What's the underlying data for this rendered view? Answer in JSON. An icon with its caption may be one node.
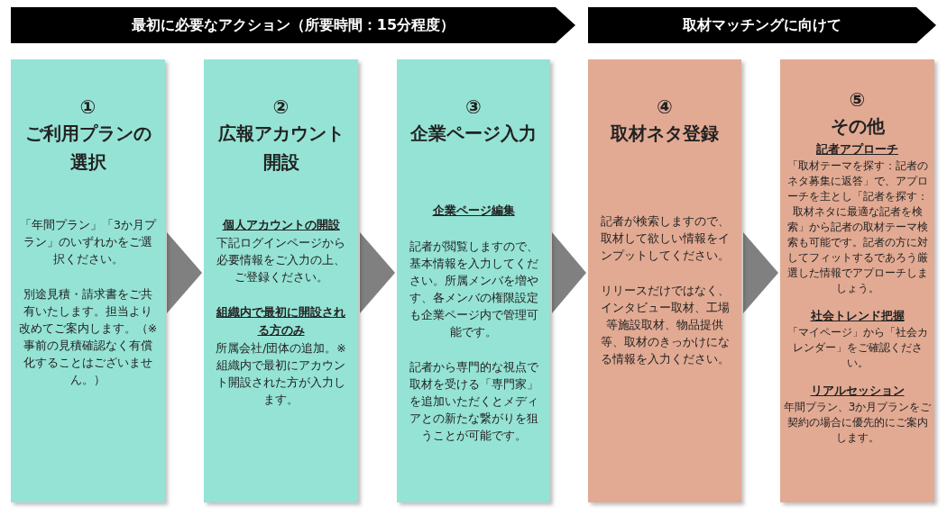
{
  "diagram": {
    "nodes": [
      {
        "text": [
          "最初に必要なアクション（所要時間：15分程度）"
        ]
      },
      {
        "text": [
          "取材マッチングに向けて"
        ]
      },
      {
        "text": [
          "①",
          "ご利用プランの選択",
          "「年間プラン」「3か月プラン」のいずれかをご選択ください。",
          "別途見積・請求書をご共有いたします。担当より改めてご案内します。（※事前の見積確認なく有償化することはございません。）"
        ]
      },
      {
        "text": [
          "②",
          "広報アカウント開設",
          "個人アカウントの開設",
          "下記ログインページから必要情報をご入力の上、ご登録ください。",
          "組織内で最初に開設される方のみ",
          "所属会社/団体の追加。※組織内で最初にアカウント開設された方が入力します。"
        ]
      },
      {
        "text": [
          "③",
          "企業ページ入力",
          "企業ページ編集",
          "記者が閲覧しますので、基本情報を入力してください。所属メンバを増やす、各メンバの権限設定も企業ページ内で管理可能です。",
          "記者から専門的な視点で取材を受ける「専門家」を追加いただくとメディアとの新たな繋がりを狙うことが可能です。"
        ]
      },
      {
        "text": [
          "④",
          "取材ネタ登録",
          "記者が検索しますので、取材して欲しい情報をインプットしてください。",
          "リリースだけではなく、インタビュー取材、工場等施設取材、物品提供等、取材のきっかけになる情報を入力ください。"
        ]
      },
      {
        "text": [
          "⑤",
          "その他",
          "記者アプローチ",
          "「取材テーマを探す：記者のネタ募集に返答」で、アプローチを主とし「記者を探す：取材ネタに最適な記者を検索」から記者の取材テーマ検索も可能です。記者の方に対してフィットするであろう厳選した情報でアプローチしましょう。",
          "社会トレンド把握",
          "「マイページ」から「社会カレンダー」をご確認ください。",
          "リアルセッション",
          "年間プラン、3か月プランをご契約の場合に優先的にご案内します。"
        ]
      }
    ],
    "edges": [
      {
        "from": 2,
        "to": 3,
        "arrow": "to"
      },
      {
        "from": 3,
        "to": 4,
        "arrow": "to"
      },
      {
        "from": 4,
        "to": 5,
        "arrow": "to"
      },
      {
        "from": 5,
        "to": 6,
        "arrow": "to"
      }
    ]
  }
}
